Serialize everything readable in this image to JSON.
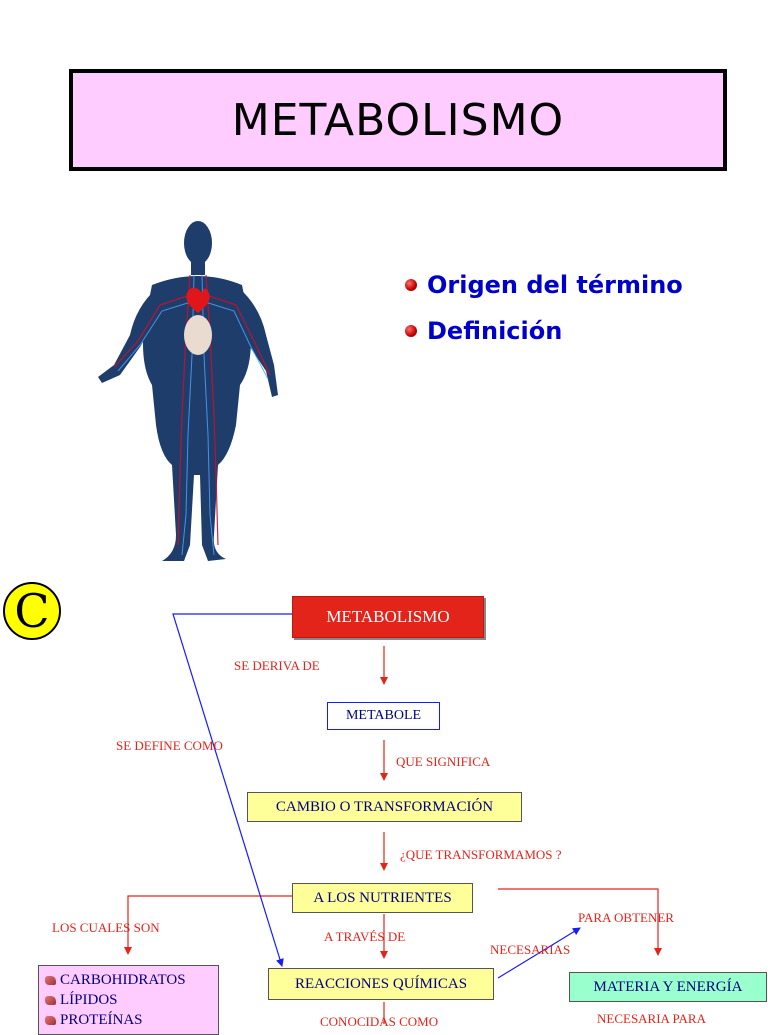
{
  "header": {
    "title": "METABOLISMO"
  },
  "bullets": [
    {
      "text": "Origen del término"
    },
    {
      "text": "Definición"
    }
  ],
  "badge": {
    "letter": "C"
  },
  "concept_map": {
    "nodes": {
      "metabolismo": "METABOLISMO",
      "metabole": "METABOLE",
      "cambio": "CAMBIO O TRANSFORMACIÓN",
      "nutrientes": "A LOS NUTRIENTES",
      "reacciones": "REACCIONES QUÍMICAS",
      "materia": "MATERIA Y ENERGÍA",
      "list": [
        "CARBOHIDRATOS",
        "LÍPIDOS",
        "PROTEÍNAS"
      ]
    },
    "links": {
      "se_deriva_de": "SE DERIVA DE",
      "se_define_como": "SE DEFINE COMO",
      "que_significa": "QUE SIGNIFICA",
      "que_transformamos": "¿QUE TRANSFORMAMOS ?",
      "los_cuales_son": "LOS CUALES SON",
      "a_traves_de": "A TRAVÉS DE",
      "para_obtener": "PARA OBTENER",
      "necesarias": "NECESARIAS",
      "conocidas_como": "CONOCIDAS COMO",
      "necesaria_para": "NECESARIA PARA"
    },
    "colors": {
      "link_text": "#e3241b",
      "arrow_red": "#e3241b",
      "arrow_blue": "#1a1aff",
      "node_text": "#000080"
    }
  }
}
